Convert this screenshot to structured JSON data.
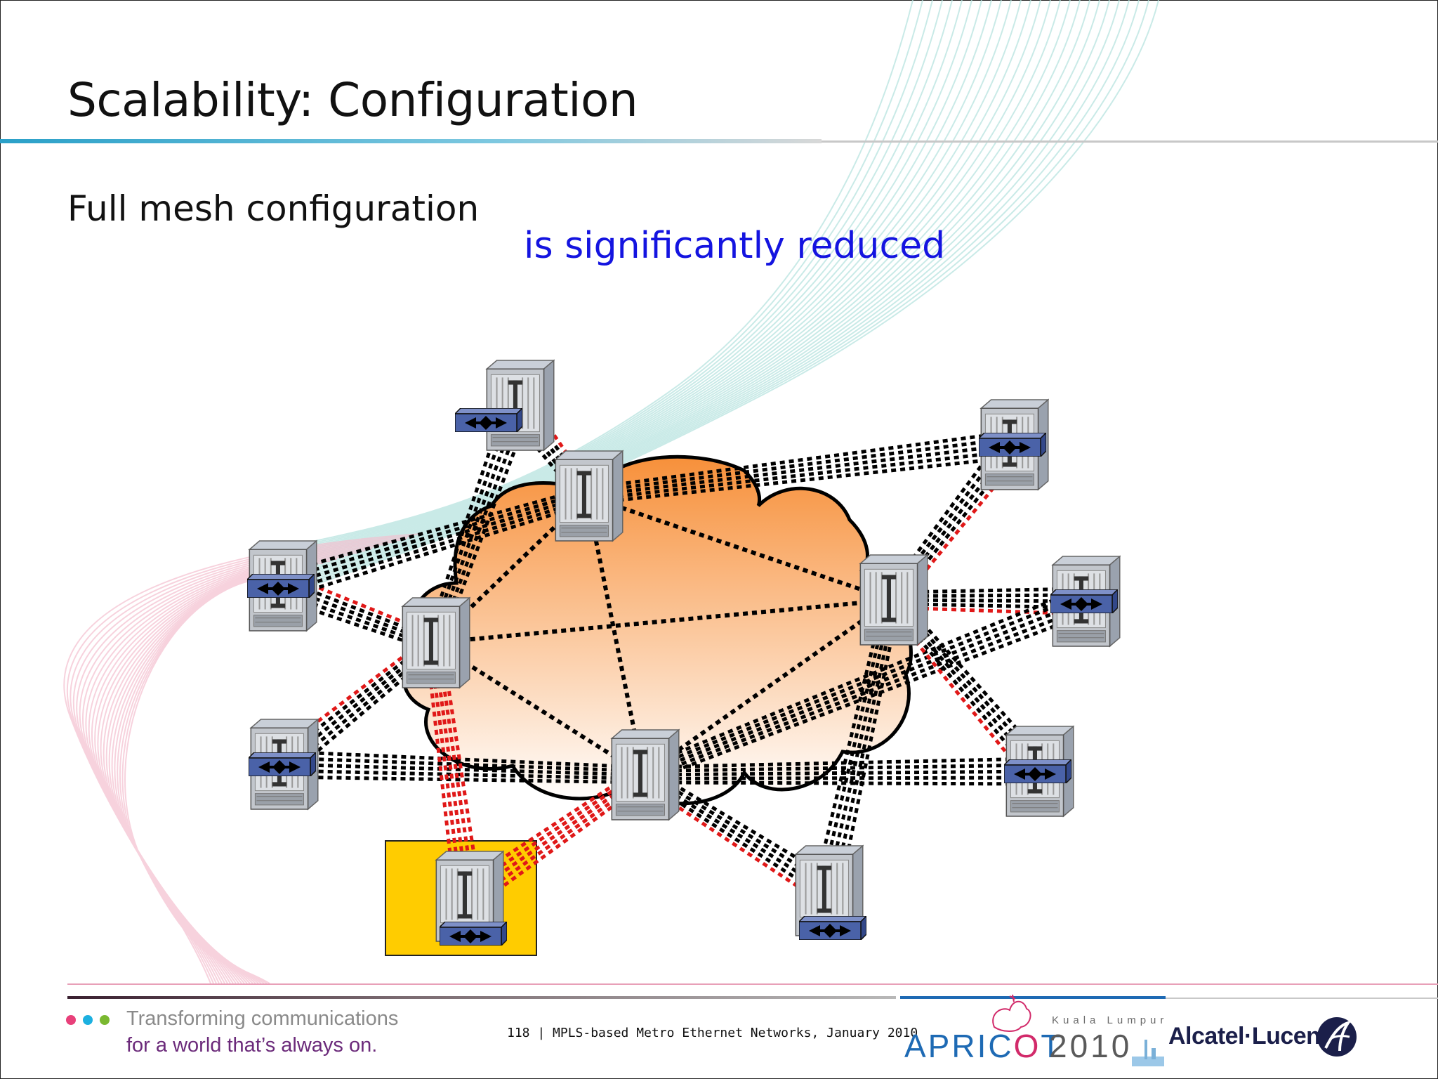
{
  "slide": {
    "title": "Scalability: Configuration",
    "subtitle": "Full mesh configuration",
    "highlight": "is significantly reduced"
  },
  "diagram": {
    "cloud_color_top": "#f7903a",
    "cloud_color_bottom": "#ffffff",
    "link_color": "#000000",
    "new_link_color": "#e01818",
    "highlight_box_color": "#ffcc00",
    "switch_color": "#4a62a8",
    "core_routers": [
      {
        "id": "core-top"
      },
      {
        "id": "core-left"
      },
      {
        "id": "core-right"
      },
      {
        "id": "core-bottom"
      }
    ],
    "edge_routers": [
      {
        "id": "edge-top"
      },
      {
        "id": "edge-top-right"
      },
      {
        "id": "edge-right"
      },
      {
        "id": "edge-right-lower"
      },
      {
        "id": "edge-bottom-right"
      },
      {
        "id": "edge-left"
      },
      {
        "id": "edge-left-lower"
      },
      {
        "id": "edge-bottom-left",
        "highlighted": true
      }
    ]
  },
  "footer": {
    "dot_colors": [
      "#e8407a",
      "#1cb0e0",
      "#7ab830"
    ],
    "tagline_1": "Transforming communications",
    "tagline_2": "for a world that’s always on.",
    "footnote": "118 | MPLS-based Metro Ethernet Networks, January 2010",
    "event_name_pre": "APRIC",
    "event_name_o": "O",
    "event_name_post": "T",
    "event_year": "2010",
    "event_location": "Kuala Lumpur",
    "company": "Alcatel·Lucent"
  }
}
